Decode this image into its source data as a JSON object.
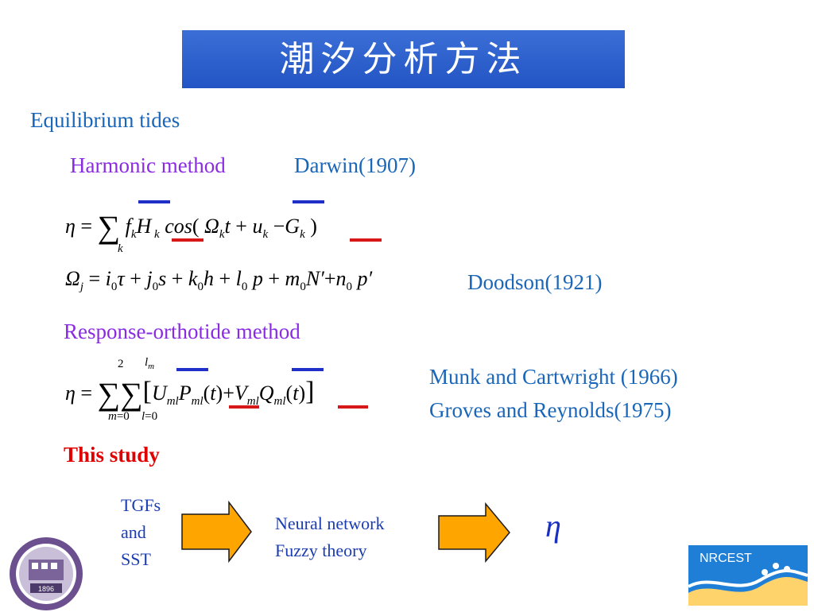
{
  "title": "潮汐分析方法",
  "sections": {
    "equilibrium": "Equilibrium tides",
    "harmonic_method": "Harmonic method",
    "darwin": "Darwin(1907)",
    "doodson": "Doodson(1921)",
    "response_method": "Response-orthotide method",
    "munk": "Munk and Cartwright (1966)",
    "groves": "Groves and Reynolds(1975)",
    "this_study": "This study"
  },
  "flow": {
    "inputs": [
      "TGFs",
      "and",
      "SST"
    ],
    "methods": [
      "Neural network",
      "Fuzzy theory"
    ],
    "output": "η"
  },
  "logos": {
    "left_year": "1896",
    "right_text": "NRCEST"
  },
  "colors": {
    "title_bg": "#2354c4",
    "blue_text": "#1a66b8",
    "purple_text": "#8a2be2",
    "red_text": "#e00000",
    "arrow_fill": "#ffa500"
  }
}
